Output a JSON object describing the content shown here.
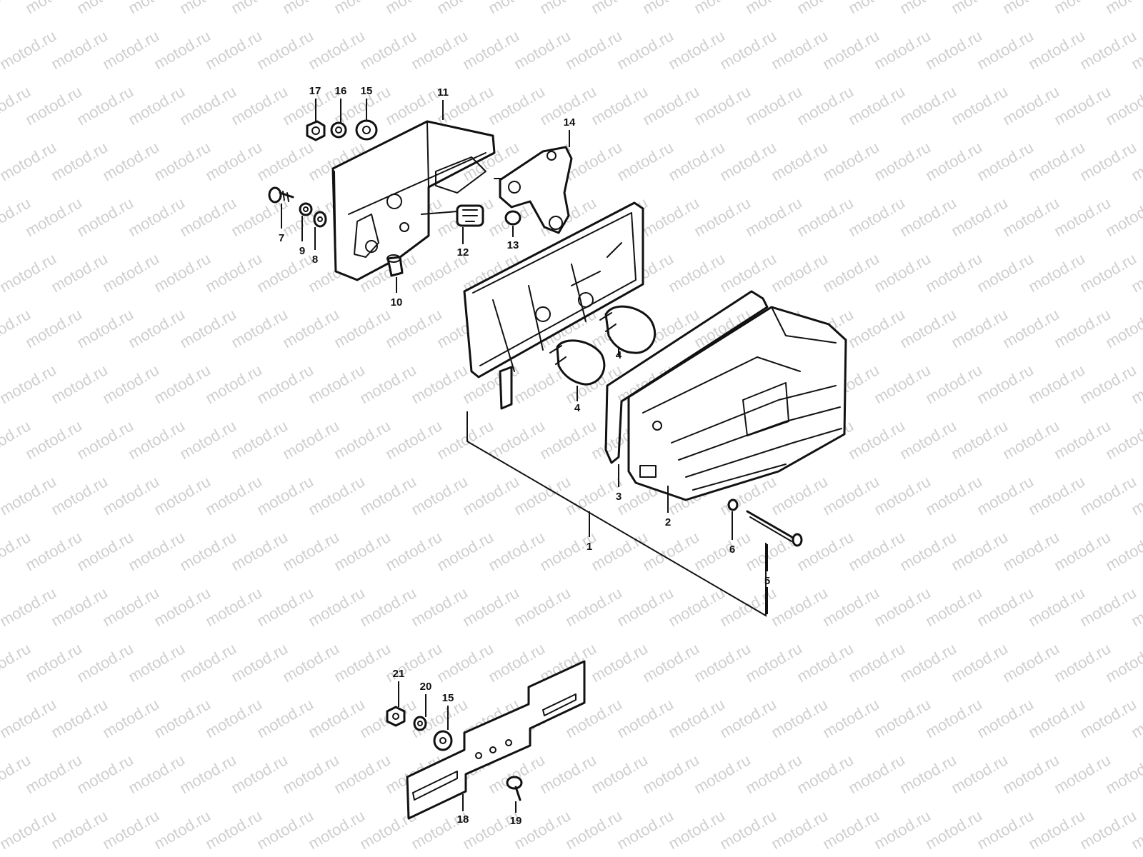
{
  "watermark": {
    "text": "motod.ru"
  },
  "callouts": {
    "c1": "1",
    "c2": "2",
    "c3": "3",
    "c4a": "4",
    "c4b": "4",
    "c5": "5",
    "c6": "6",
    "c7": "7",
    "c8": "8",
    "c9": "9",
    "c10": "10",
    "c11": "11",
    "c12": "12",
    "c13": "13",
    "c14": "14",
    "c15a": "15",
    "c15b": "15",
    "c16": "16",
    "c17": "17",
    "c18": "18",
    "c19": "19",
    "c20": "20",
    "c21": "21"
  },
  "colors": {
    "line": "#111111",
    "background": "#ffffff",
    "watermark": "#cfcfcf"
  }
}
